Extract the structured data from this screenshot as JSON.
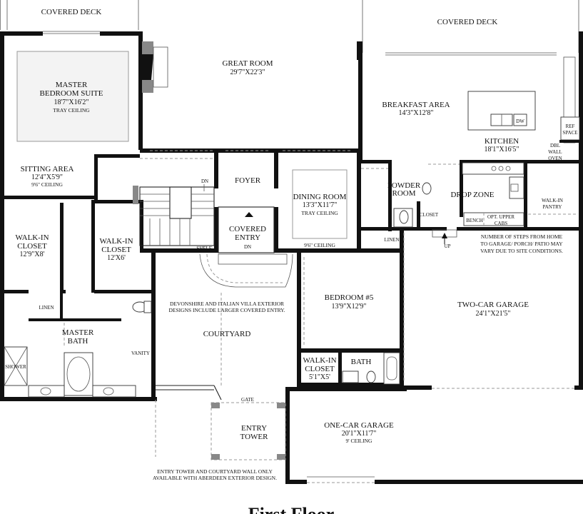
{
  "title": "First Floor",
  "rooms": {
    "covered_deck_left": "COVERED DECK",
    "covered_deck_right": "COVERED DECK",
    "master_suite": {
      "name1": "MASTER",
      "name2": "BEDROOM SUITE",
      "dim": "18'7\"X16'2\"",
      "note": "TRAY CEILING"
    },
    "great_room": {
      "name": "GREAT ROOM",
      "dim": "29'7\"X22'3\""
    },
    "breakfast": {
      "name": "BREAKFAST AREA",
      "dim": "14'3\"X12'8\""
    },
    "kitchen": {
      "name": "KITCHEN",
      "dim": "18'1\"X16'5\""
    },
    "dw": "DW",
    "ref_space": {
      "l1": "REF",
      "l2": "SPACE"
    },
    "dbl_wall_oven": {
      "l1": "DBL",
      "l2": "WALL",
      "l3": "OVEN"
    },
    "sitting": {
      "name": "SITTING AREA",
      "dim": "12'4\"X5'9\"",
      "note": "9'6\" CEILING"
    },
    "foyer": "FOYER",
    "covered_entry": {
      "l1": "COVERED",
      "l2": "ENTRY"
    },
    "dn_stair": "DN",
    "dn_entry": "DN",
    "shelf": "SHELF",
    "dining": {
      "name": "DINING ROOM",
      "dim": "13'3\"X11'7\"",
      "note": "TRAY CEILING"
    },
    "dining_ceiling": "9'6\" CEILING",
    "powder": {
      "l1": "POWDER",
      "l2": "ROOM"
    },
    "closet": "CLOSET",
    "drop_zone": "DROP ZONE",
    "bench": "BENCH",
    "opt_upper": {
      "l1": "OPT. UPPER",
      "l2": "CABS"
    },
    "walkin_pantry": {
      "l1": "WALK-IN",
      "l2": "PANTRY"
    },
    "linen_right": "LINEN",
    "up": "UP",
    "walkin_closet_big": {
      "l1": "WALK-IN",
      "l2": "CLOSET",
      "dim": "12'9\"X8'"
    },
    "walkin_closet_small": {
      "l1": "WALK-IN",
      "l2": "CLOSET",
      "dim": "12'X6'"
    },
    "linen_left": "LINEN",
    "master_bath": {
      "l1": "MASTER",
      "l2": "BATH"
    },
    "shower": "SHOWER",
    "vanity": "VANITY",
    "courtyard": "COURTYARD",
    "bedroom5": {
      "name": "BEDROOM #5",
      "dim": "13'9\"X12'9\""
    },
    "walkin_closet_bed5": {
      "l1": "WALK-IN",
      "l2": "CLOSET",
      "dim": "5'1\"X5'"
    },
    "bath": "BATH",
    "two_car": {
      "name": "TWO-CAR GARAGE",
      "dim": "24'1\"X21'5\""
    },
    "one_car": {
      "name": "ONE-CAR GARAGE",
      "dim": "20'1\"X11'7\"",
      "note": "9' CEILING"
    },
    "gate": "GATE",
    "entry_tower": {
      "l1": "ENTRY",
      "l2": "TOWER"
    }
  },
  "notes": {
    "steps": [
      "NUMBER OF STEPS FROM HOME",
      "TO GARAGE/ PORCH/ PATIO MAY",
      "VARY DUE TO SITE CONDITIONS."
    ],
    "devonshire": [
      "DEVONSHIRE AND ITALIAN VILLA EXTERIOR",
      "DESIGNS INCLUDE LARGER COVERED ENTRY."
    ],
    "entry_tower": [
      "ENTRY TOWER AND COURTYARD WALL ONLY",
      "AVAILABLE WITH ABERDEEN EXTERIOR DESIGN."
    ]
  }
}
